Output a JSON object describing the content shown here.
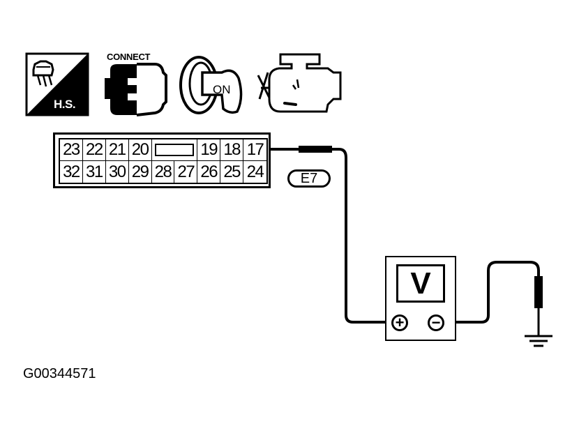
{
  "icons": [
    {
      "name": "hs-icon",
      "label": "H.S."
    },
    {
      "name": "connect-icon",
      "label": "CONNECT"
    },
    {
      "name": "ignition-on-icon",
      "label": "ON"
    },
    {
      "name": "engine-icon",
      "label": ""
    }
  ],
  "connector": {
    "id": "E7",
    "top_row": [
      "23",
      "22",
      "21",
      "20",
      "",
      "19",
      "18",
      "17"
    ],
    "bottom_row": [
      "32",
      "31",
      "30",
      "29",
      "28",
      "27",
      "26",
      "25",
      "24"
    ],
    "probed_pin": "17"
  },
  "voltmeter": {
    "display": "V",
    "positive_terminal": "+",
    "negative_terminal": "−"
  },
  "ground": {
    "symbol": "ground"
  },
  "figure_id": "G00344571",
  "colors": {
    "ink": "#000000",
    "paper": "#ffffff"
  }
}
